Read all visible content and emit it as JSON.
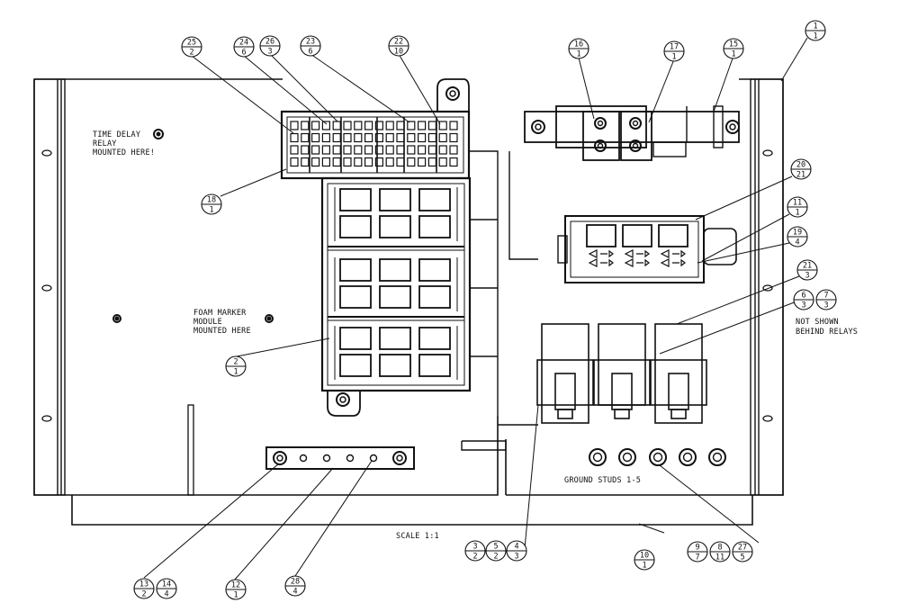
{
  "notes": {
    "time_delay": [
      "TIME DELAY",
      "RELAY",
      "MOUNTED HERE!"
    ],
    "foam_marker": [
      "FOAM MARKER",
      "MODULE",
      "MOUNTED HERE"
    ],
    "not_shown": [
      "NOT SHOWN",
      "BEHIND RELAYS"
    ],
    "ground_studs": "GROUND STUDS 1-5",
    "scale": "SCALE  1:1"
  },
  "balloons": [
    {
      "id": "b-25-2",
      "item": "25",
      "qty": "2"
    },
    {
      "id": "b-24-6",
      "item": "24",
      "qty": "6"
    },
    {
      "id": "b-26-3",
      "item": "26",
      "qty": "3"
    },
    {
      "id": "b-23-6",
      "item": "23",
      "qty": "6"
    },
    {
      "id": "b-22-10",
      "item": "22",
      "qty": "10"
    },
    {
      "id": "b-16-1",
      "item": "16",
      "qty": "1"
    },
    {
      "id": "b-17-1",
      "item": "17",
      "qty": "1"
    },
    {
      "id": "b-15-1",
      "item": "15",
      "qty": "1"
    },
    {
      "id": "b-1-1",
      "item": "1",
      "qty": "1"
    },
    {
      "id": "b-18-1",
      "item": "18",
      "qty": "1"
    },
    {
      "id": "b-20-21",
      "item": "20",
      "qty": "21"
    },
    {
      "id": "b-11-1",
      "item": "11",
      "qty": "1"
    },
    {
      "id": "b-19-4",
      "item": "19",
      "qty": "4"
    },
    {
      "id": "b-21-3",
      "item": "21",
      "qty": "3"
    },
    {
      "id": "b-6-3",
      "item": "6",
      "qty": "3"
    },
    {
      "id": "b-7-3",
      "item": "7",
      "qty": "3"
    },
    {
      "id": "b-2-1",
      "item": "2",
      "qty": "1"
    },
    {
      "id": "b-3-2",
      "item": "3",
      "qty": "2"
    },
    {
      "id": "b-5-2",
      "item": "5",
      "qty": "2"
    },
    {
      "id": "b-4-3",
      "item": "4",
      "qty": "3"
    },
    {
      "id": "b-9-7",
      "item": "9",
      "qty": "7"
    },
    {
      "id": "b-8-11",
      "item": "8",
      "qty": "11"
    },
    {
      "id": "b-27-5",
      "item": "27",
      "qty": "5"
    },
    {
      "id": "b-10-1",
      "item": "10",
      "qty": "1"
    },
    {
      "id": "b-13-2",
      "item": "13",
      "qty": "2"
    },
    {
      "id": "b-14-4",
      "item": "14",
      "qty": "4"
    },
    {
      "id": "b-12-1",
      "item": "12",
      "qty": "1"
    },
    {
      "id": "b-28-4",
      "item": "28",
      "qty": "4"
    }
  ]
}
